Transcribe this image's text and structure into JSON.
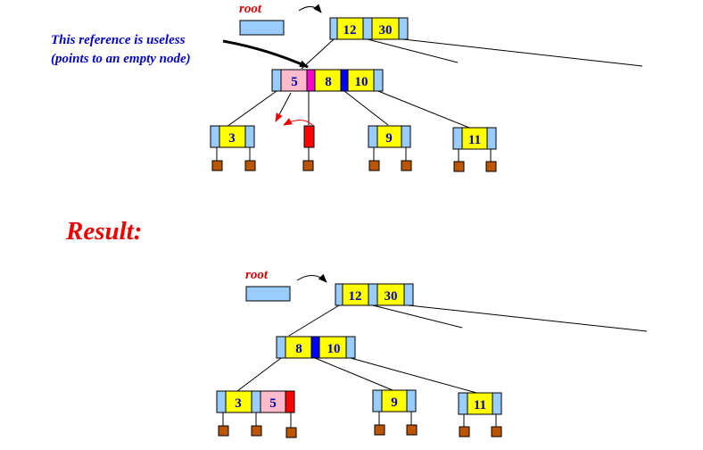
{
  "root_label": "root",
  "annotation": [
    "This reference is useless",
    "(points to an empty node)"
  ],
  "result_label": "Result:",
  "before": {
    "root_node_keys": [
      "12",
      "30"
    ],
    "internal_node_keys": [
      "5",
      "8",
      "10"
    ],
    "leaves": [
      [
        "3"
      ],
      [
        "9"
      ],
      [
        "11"
      ]
    ]
  },
  "after": {
    "root_node_keys": [
      "12",
      "30"
    ],
    "internal_node_keys": [
      "8",
      "10"
    ],
    "leaves": [
      [
        "3",
        "5"
      ],
      [
        "9"
      ],
      [
        "11"
      ]
    ]
  },
  "colors": {
    "pointer_slot": "#99ccff",
    "key_slot": "#ffff00",
    "deleted_key_slot": "#ffbbcc",
    "empty_pointer": "#ff0000",
    "leaf_block": "#bb5500",
    "highlight_magenta": "#ff00cc",
    "highlight_blue": "#0000ff",
    "annotation_blue": "#0000cc",
    "label_red": "#ee0000"
  }
}
